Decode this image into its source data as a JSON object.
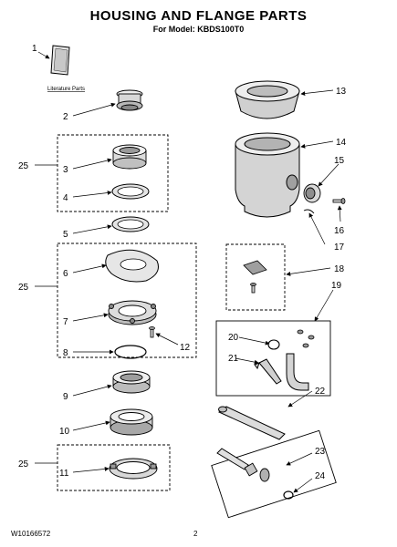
{
  "header": {
    "title": "HOUSING AND FLANGE PARTS",
    "subtitle": "For Model: KBDS100T0"
  },
  "literature_label": "Literature Parts",
  "callouts": {
    "c1": "1",
    "c2": "2",
    "c3": "3",
    "c4": "4",
    "c5": "5",
    "c6": "6",
    "c7": "7",
    "c8": "8",
    "c9": "9",
    "c10": "10",
    "c11": "11",
    "c12": "12",
    "c13": "13",
    "c14": "14",
    "c15": "15",
    "c16": "16",
    "c17": "17",
    "c18": "18",
    "c19": "19",
    "c20": "20",
    "c21": "21",
    "c22": "22",
    "c23": "23",
    "c24": "24",
    "c25a": "25",
    "c25b": "25",
    "c25c": "25"
  },
  "footer": {
    "doc_number": "W10166572",
    "page_number": "2"
  }
}
